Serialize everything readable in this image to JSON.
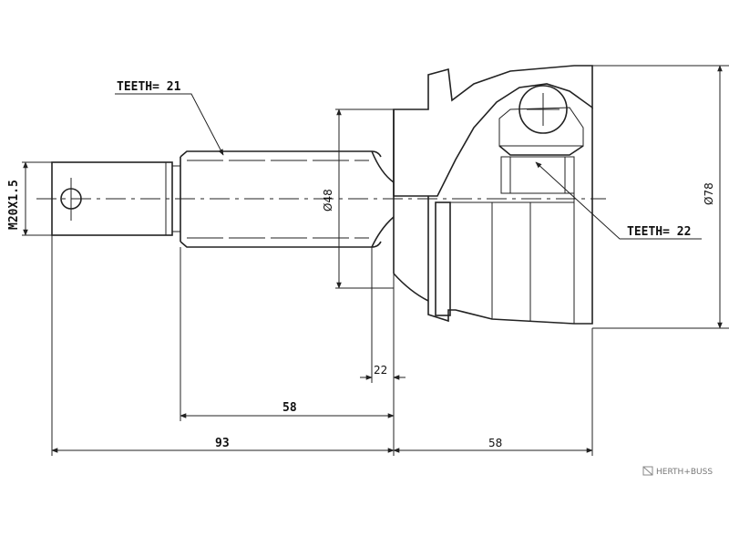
{
  "labels": {
    "teeth_shaft": "TEETH= 21",
    "teeth_inner": "TEETH= 22",
    "thread": "M20X1.5",
    "diameter_shaft": "Ø48",
    "diameter_outer": "Ø78",
    "dim_22": "22",
    "dim_58_shaft": "58",
    "dim_93": "93",
    "dim_58_body": "58"
  },
  "brand": {
    "logo_text": "HERTH+BUSS"
  }
}
